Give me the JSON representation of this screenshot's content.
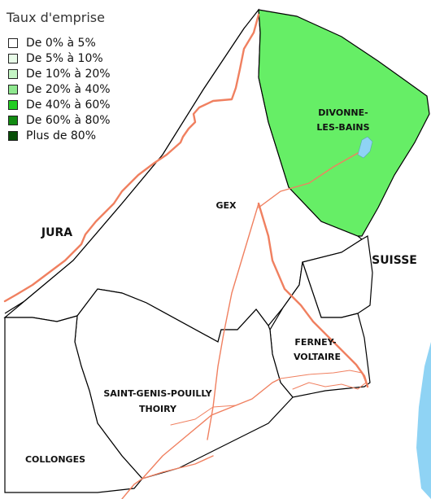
{
  "legend": {
    "title": "Taux d'emprise",
    "items": [
      {
        "label": "De 0% à 5%",
        "color": "#ffffff"
      },
      {
        "label": "De 5% à 10%",
        "color": "#e8fbe8"
      },
      {
        "label": "De 10% à 20%",
        "color": "#c4f5c4"
      },
      {
        "label": "De 20% à 40%",
        "color": "#8fe88f"
      },
      {
        "label": "De 40% à 60%",
        "color": "#22cc22"
      },
      {
        "label": "De 60% à 80%",
        "color": "#128b12"
      },
      {
        "label": "Plus de 80%",
        "color": "#084e08"
      }
    ]
  },
  "regions": {
    "divonne_line1": "DIVONNE-",
    "divonne_line2": "LES-BAINS",
    "gex": "GEX",
    "jura": "JURA",
    "suisse": "SUISSE",
    "ferney_line1": "FERNEY-",
    "ferney_line2": "VOLTAIRE",
    "saint_genis_line1": "SAINT-GENIS-POUILLY",
    "saint_genis_line2": "THOIRY",
    "collonges": "COLLONGES"
  },
  "colors": {
    "divonne_fill": "#66ee66",
    "road": "#f08060",
    "water": "#8fd3f4",
    "border": "#000000"
  }
}
